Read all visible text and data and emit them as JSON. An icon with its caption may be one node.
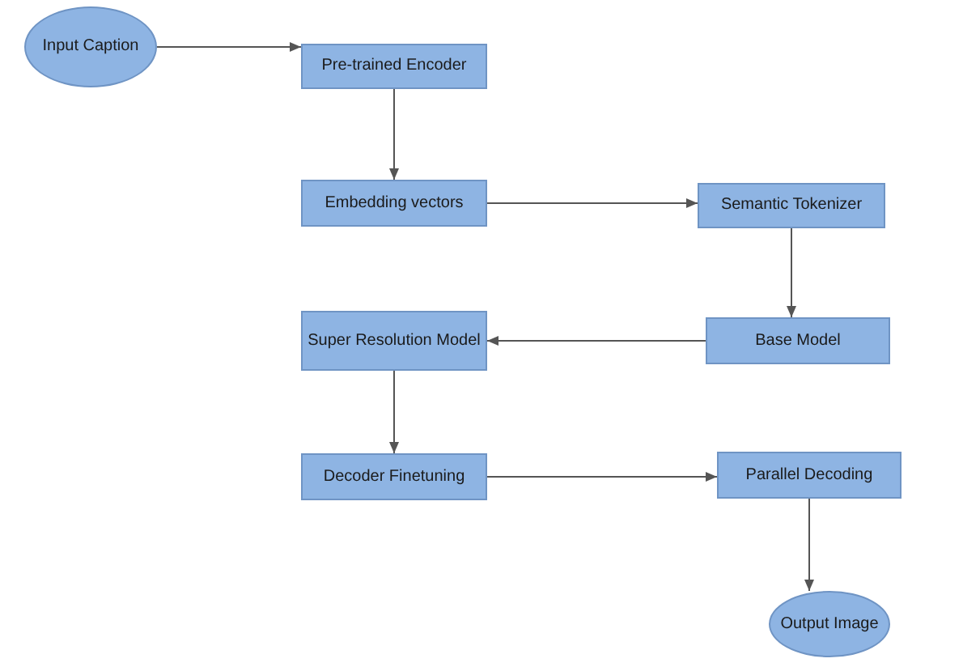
{
  "diagram": {
    "nodes": [
      {
        "text": [
          "Input Caption"
        ]
      },
      {
        "text": [
          "Pre-trained Encoder"
        ]
      },
      {
        "text": [
          "Embedding vectors"
        ]
      },
      {
        "text": [
          "Semantic Tokenizer"
        ]
      },
      {
        "text": [
          "Base Model"
        ]
      },
      {
        "text": [
          "Super Resolution Model"
        ]
      },
      {
        "text": [
          "Decoder Finetuning"
        ]
      },
      {
        "text": [
          "Parallel Decoding"
        ]
      },
      {
        "text": [
          "Output Image"
        ]
      }
    ],
    "edges": [
      {
        "from": 0,
        "to": 1,
        "arrow": "to"
      },
      {
        "from": 1,
        "to": 2,
        "arrow": "to"
      },
      {
        "from": 2,
        "to": 3,
        "arrow": "to"
      },
      {
        "from": 3,
        "to": 4,
        "arrow": "to"
      },
      {
        "from": 4,
        "to": 5,
        "arrow": "to"
      },
      {
        "from": 5,
        "to": 6,
        "arrow": "to"
      },
      {
        "from": 6,
        "to": 7,
        "arrow": "to"
      },
      {
        "from": 7,
        "to": 8,
        "arrow": "to"
      }
    ]
  }
}
